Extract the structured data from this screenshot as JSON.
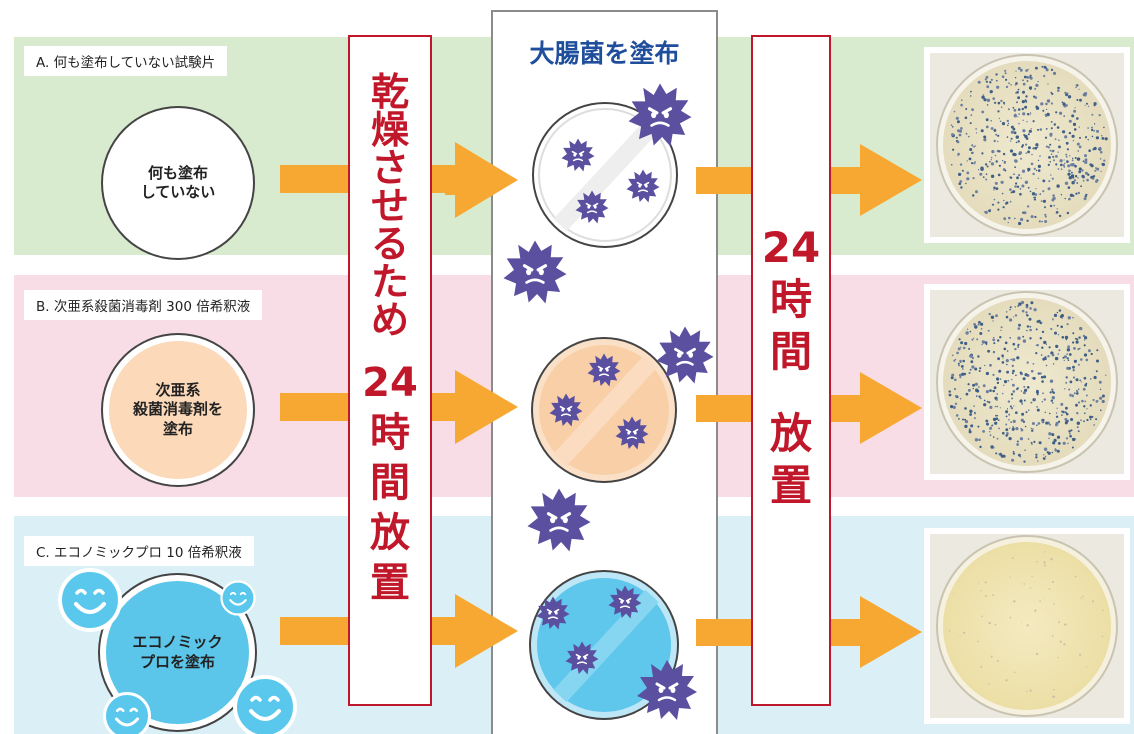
{
  "mid_title": "大腸菌を塗布",
  "rows": [
    {
      "id": "A",
      "label": "A.  何も塗布していない試験片",
      "circle_text": "何も塗布\nしていない",
      "band_color": "#d8ebce",
      "circle_fill": "#ffffff",
      "dish_fill": "#ffffff",
      "result_density": "high"
    },
    {
      "id": "B",
      "label": "B. 次亜系殺菌消毒剤 300 倍希釈液",
      "circle_text": "次亜系\n殺菌消毒剤を\n塗布",
      "band_color": "#f8dde6",
      "circle_fill": "#fbd9b9",
      "dish_fill": "#f8cfa6",
      "result_density": "high"
    },
    {
      "id": "C",
      "label": "C.  エコノミックプロ 10 倍希釈液",
      "circle_text": "エコノミック\nプロを塗布",
      "band_color": "#dbeff7",
      "circle_fill": "#5bc6ea",
      "dish_fill": "#5fc7ec",
      "result_density": "low"
    }
  ],
  "left_box": {
    "chars1": [
      "乾",
      "燥",
      "さ",
      "せ",
      "る",
      "た",
      "め"
    ],
    "num": "24",
    "chars2": [
      "時",
      "間",
      "放",
      "置"
    ]
  },
  "right_box": {
    "num": "24",
    "chars": [
      "時",
      "間",
      "",
      "放",
      "置"
    ]
  },
  "colors": {
    "arrow": "#f7a833",
    "red": "#c0182a",
    "blue_title": "#1f4e9c",
    "germ": "#5b4fa0",
    "smiley": "#5ac8ec"
  }
}
